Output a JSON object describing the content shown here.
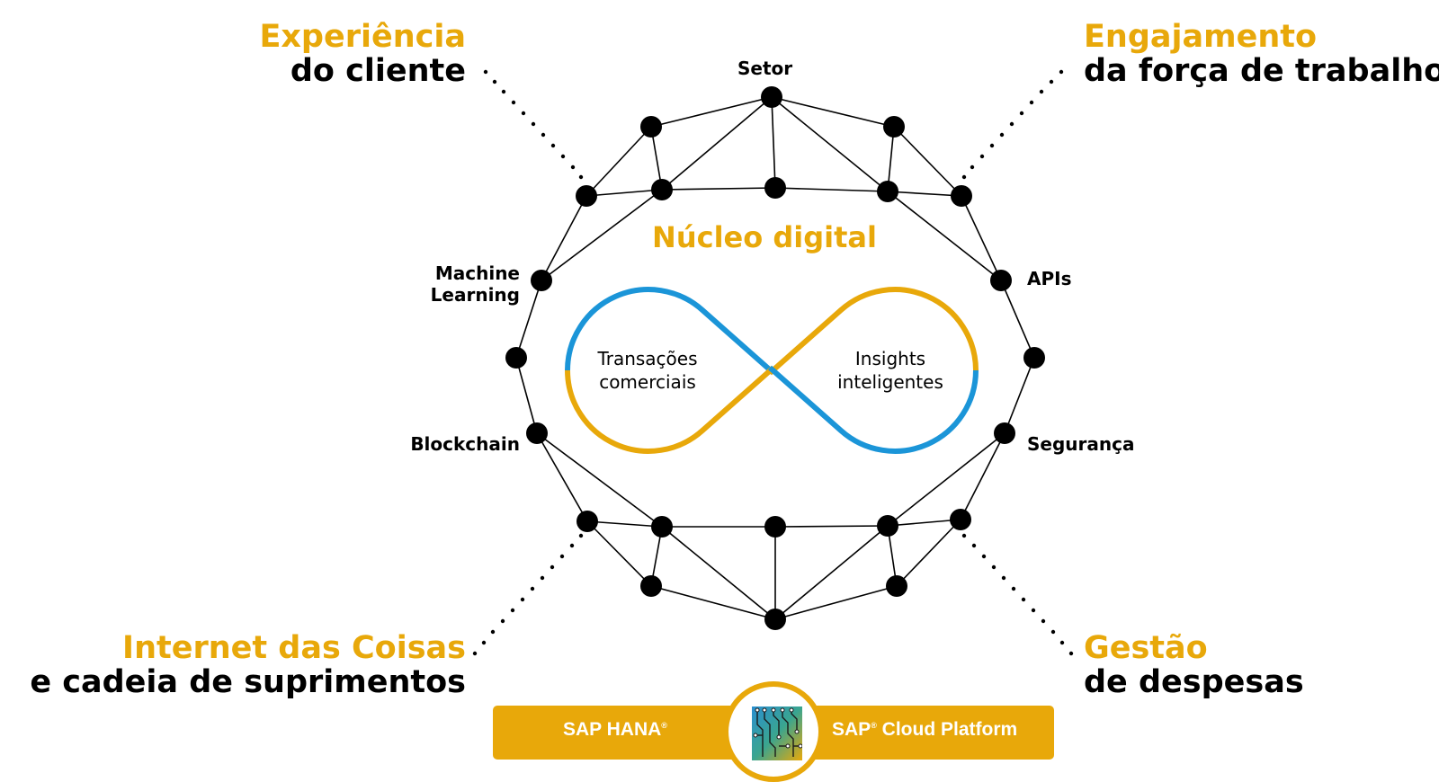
{
  "corners": {
    "top_left": {
      "highlight": "Experiência",
      "sub": "do cliente"
    },
    "top_right": {
      "highlight": "Engajamento",
      "sub": "da força de trabalho"
    },
    "bottom_left": {
      "highlight": "Internet das Coisas",
      "sub": "e cadeia de suprimentos"
    },
    "bottom_right": {
      "highlight": "Gestão",
      "sub": "de despesas"
    }
  },
  "nodes": {
    "top": "Setor",
    "ml_line1": "Machine",
    "ml_line2": "Learning",
    "blockchain": "Blockchain",
    "apis": "APIs",
    "security": "Segurança"
  },
  "center": {
    "title": "Núcleo digital",
    "left_line1": "Transações",
    "left_line2": "comerciais",
    "right_line1": "Insights",
    "right_line2": "inteligentes"
  },
  "platform": {
    "left_name": "SAP HANA",
    "left_mark": "®",
    "right_prefix": "SAP",
    "right_mark": "®",
    "right_name": "Cloud Platform"
  },
  "colors": {
    "accent": "#e8a80a",
    "blue": "#1b95d8",
    "node": "#000000"
  }
}
